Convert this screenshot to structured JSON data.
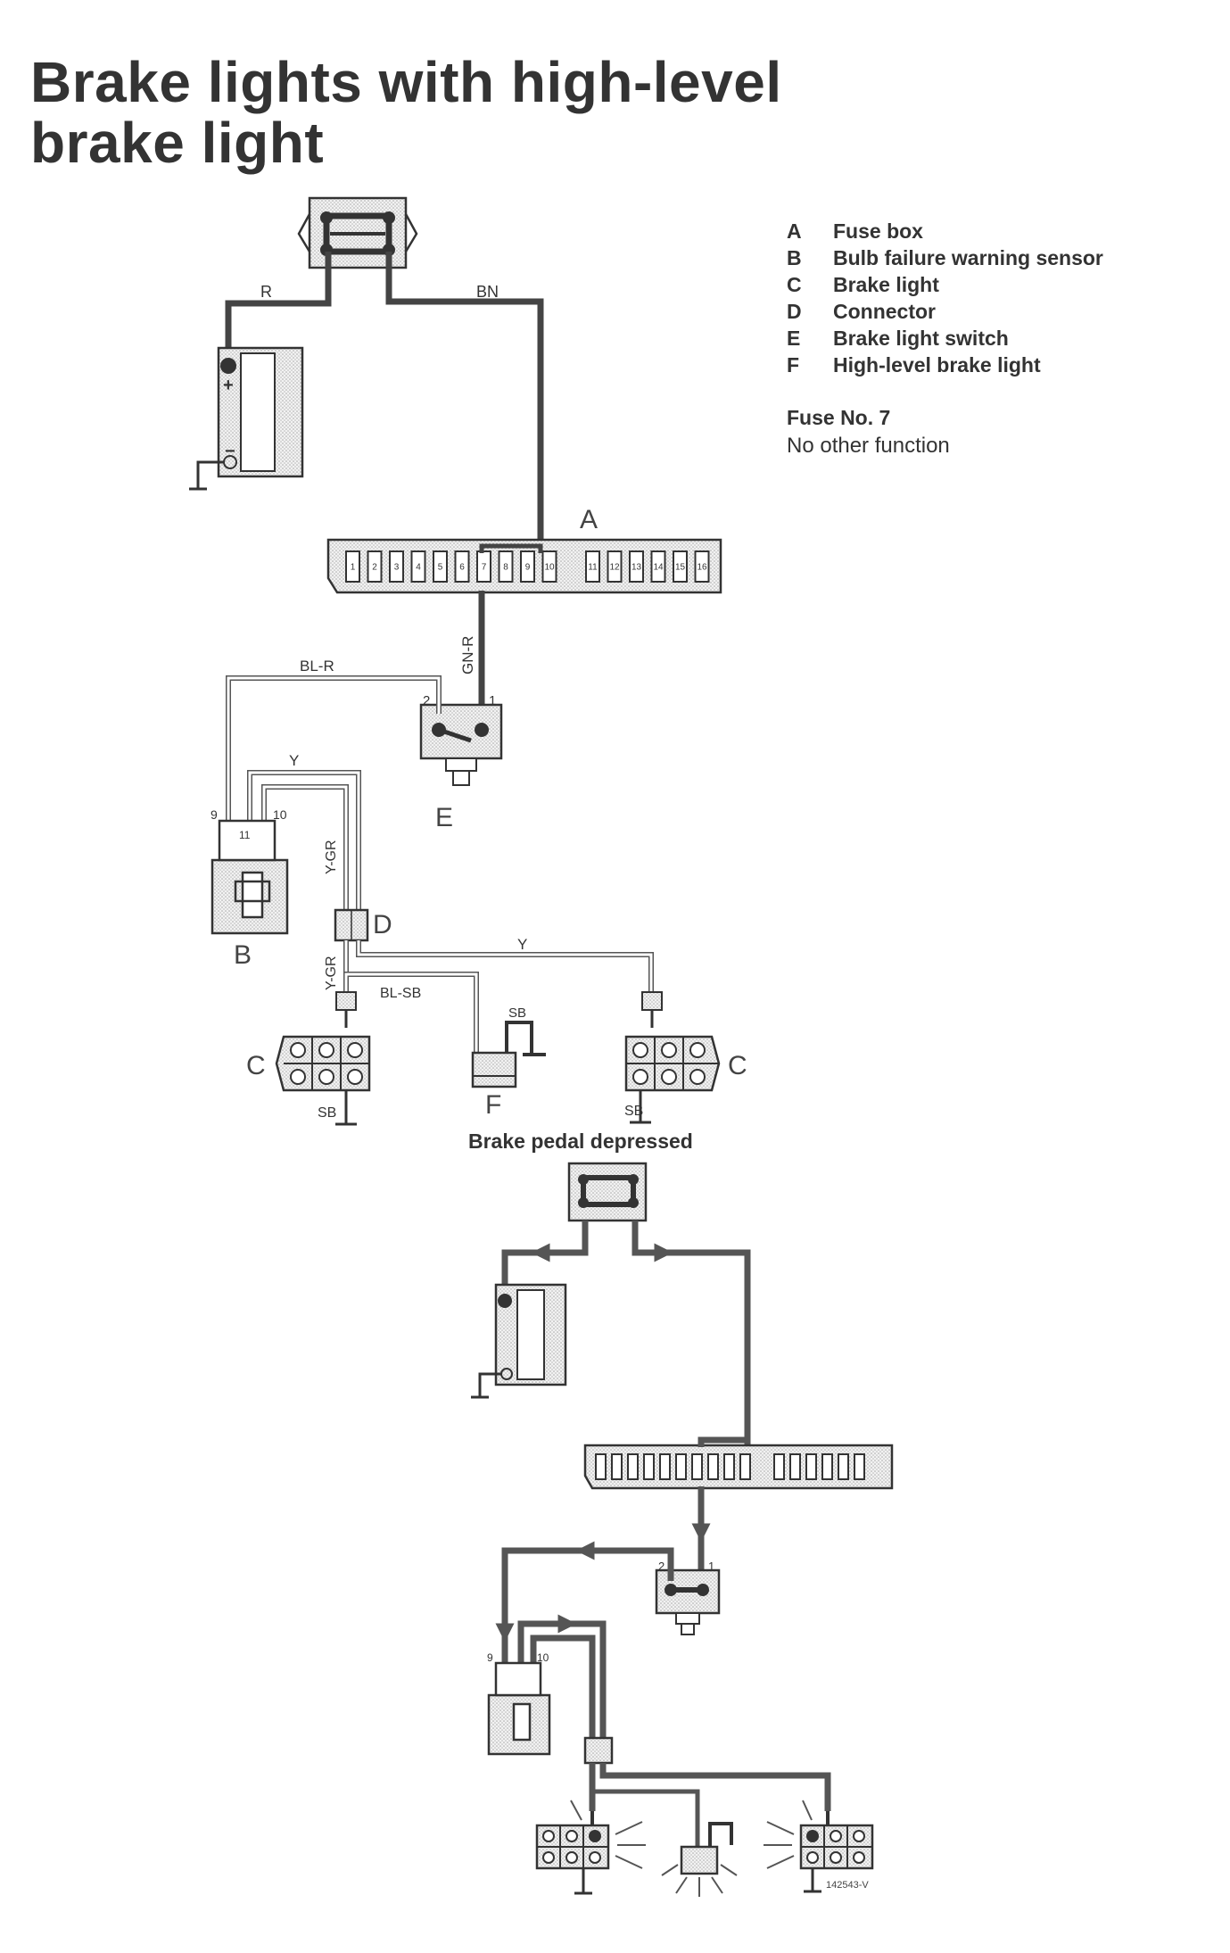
{
  "title_line1": "Brake lights with high-level",
  "title_line2": "brake light",
  "legend": [
    {
      "key": "A",
      "label": "Fuse box"
    },
    {
      "key": "B",
      "label": "Bulb failure warning sensor"
    },
    {
      "key": "C",
      "label": "Brake light"
    },
    {
      "key": "D",
      "label": "Connector"
    },
    {
      "key": "E",
      "label": "Brake light switch"
    },
    {
      "key": "F",
      "label": "High-level brake light"
    }
  ],
  "fuse_note": "Fuse No. 7",
  "fuse_function": "No other function",
  "component_letters": {
    "A": "A",
    "B": "B",
    "C": "C",
    "D": "D",
    "E": "E",
    "F": "F"
  },
  "wire_colors": {
    "R": "R",
    "BN": "BN",
    "GN_R": "GN-R",
    "BL_R": "BL-R",
    "Y": "Y",
    "Y_GR": "Y-GR",
    "BL_SB": "BL-SB",
    "SB": "SB"
  },
  "battery_plus": "+",
  "battery_minus": "−",
  "fuse_numbers": [
    "1",
    "2",
    "3",
    "4",
    "5",
    "6",
    "7",
    "8",
    "9",
    "10",
    "11",
    "12",
    "13",
    "14",
    "15",
    "16"
  ],
  "switch_pins": [
    "2",
    "1"
  ],
  "sensor_pins": [
    "9",
    "11",
    "10"
  ],
  "state_label": "Brake pedal depressed",
  "ref_code": "142543-V",
  "colors": {
    "ink": "#333333",
    "wire_dark": "#555555",
    "stipple": "#e2e2e2"
  }
}
